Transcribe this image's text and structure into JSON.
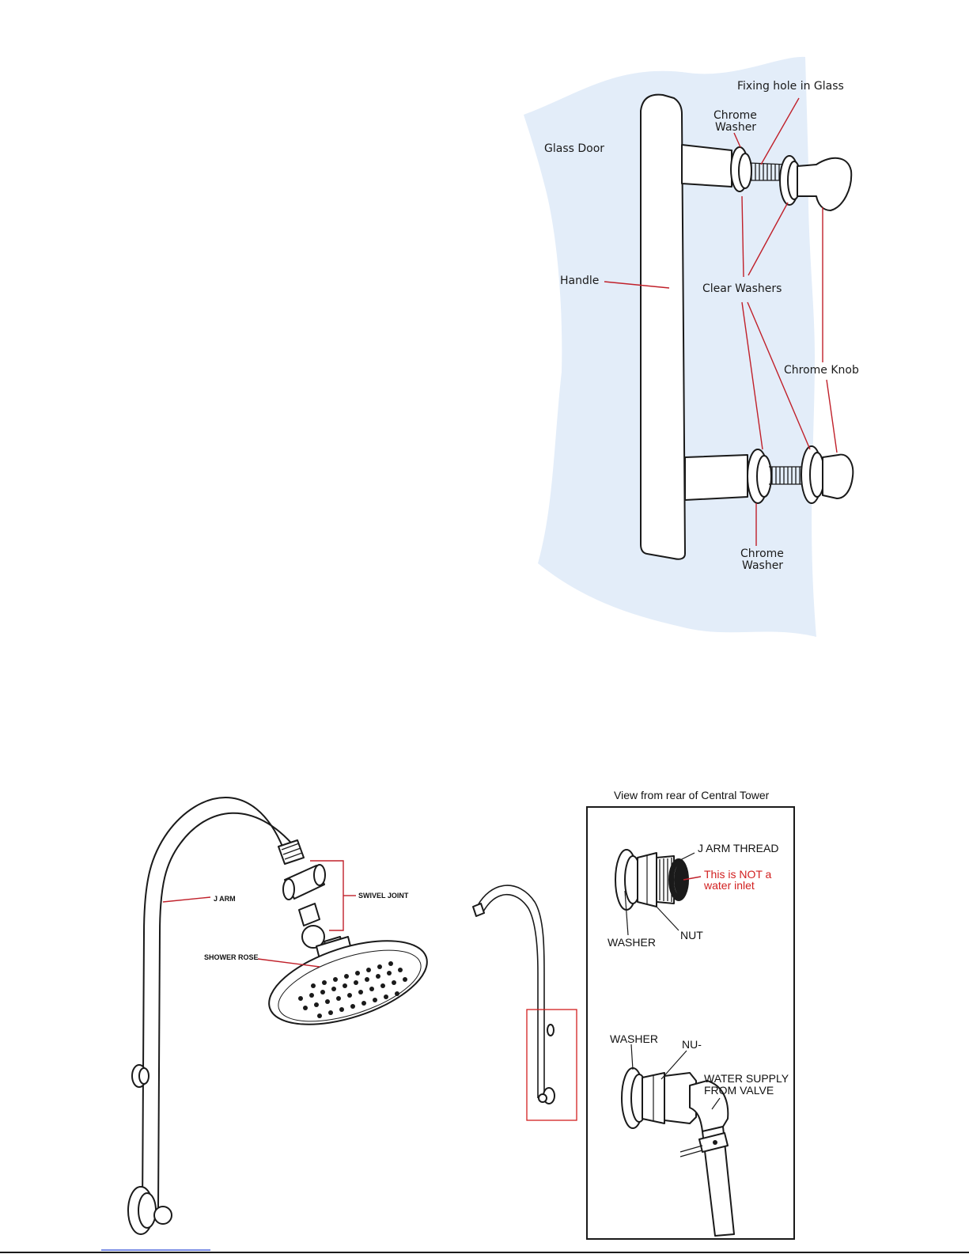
{
  "door_diagram": {
    "labels": {
      "glass_door": "Glass Door",
      "handle": "Handle",
      "fixing_hole": "Fixing hole in Glass",
      "chrome_washer_top_1": "Chrome",
      "chrome_washer_top_2": "Washer",
      "clear_washers": "Clear Washers",
      "chrome_knob": "Chrome Knob",
      "chrome_washer_bottom_1": "Chrome",
      "chrome_washer_bottom_2": "Washer"
    },
    "colors": {
      "glass": "#e3edf9",
      "leader": "#c0202a"
    }
  },
  "shower_diagram": {
    "labels": {
      "j_arm": "J ARM",
      "swivel_joint": "SWIVEL JOINT",
      "shower_rose": "SHOWER ROSE"
    }
  },
  "rear_view": {
    "title": "View from rear of Central Tower",
    "labels": {
      "j_arm_thread": "J ARM THREAD",
      "not_inlet_1": "This is NOT a",
      "not_inlet_2": "water inlet",
      "washer_top": "WASHER",
      "nut_top": "NUT",
      "washer_bottom": "WASHER",
      "nut_bottom": "NU‐",
      "water_supply_1": "WATER SUPPLY",
      "water_supply_2": "FROM VALVE"
    },
    "colors": {
      "highlight": "#d21f1f"
    }
  }
}
